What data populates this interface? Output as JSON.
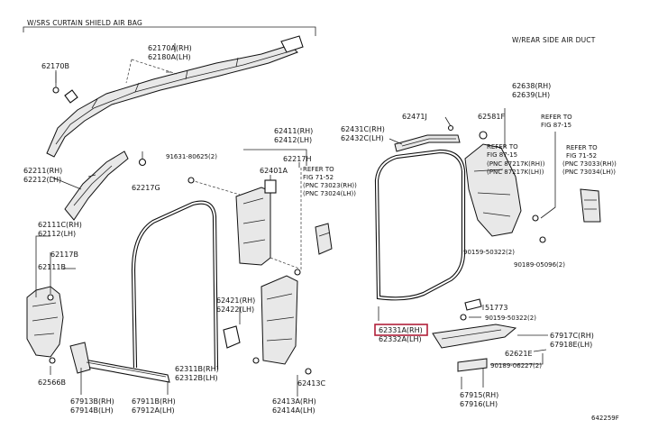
{
  "header_left": "W/SRS CURTAIN SHIELD AIR BAG",
  "header_right": "W/REAR SIDE AIR DUCT",
  "diagram_id": "642259F",
  "selected_part": "62331A(RH)",
  "callouts": {
    "p62170A": "62170A(RH)",
    "p62180A": "62180A(LH)",
    "p62170B": "62170B",
    "p62211": "62211(RH)",
    "p62212": "62212(LH)",
    "p62217G": "62217G",
    "p91631": "91631-80625(2)",
    "p62411": "62411(RH)",
    "p62412": "62412(LH)",
    "p62217H": "62217H",
    "p62401A": "62401A",
    "refer_fig7152_a": "REFER TO",
    "refer_fig7152_b": "FIG 71-52",
    "refer_fig7152_c": "(PNC 73023(RH))",
    "refer_fig7152_d": "(PNC 73024(LH))",
    "p62111C": "62111C(RH)",
    "p62112": "62112(LH)",
    "p62117B": "62117B",
    "p62111B": "62111B",
    "p62566B": "62566B",
    "p67913B": "67913B(RH)",
    "p67914B": "67914B(LH)",
    "p67911B": "67911B(RH)",
    "p67912A": "67912A(LH)",
    "p62311B": "62311B(RH)",
    "p62312B": "62312B(LH)",
    "p62421": "62421(RH)",
    "p62422": "62422(LH)",
    "p62413C": "62413C",
    "p62413A": "62413A(RH)",
    "p62414A": "62414A(LH)",
    "p62431C": "62431C(RH)",
    "p62432C": "62432C(LH)",
    "p62471J": "62471J",
    "p62581F": "62581F",
    "p62638": "62638(RH)",
    "p62639": "62639(LH)",
    "refer_fig8715_a": "REFER TO",
    "refer_fig8715_b": "FIG 87-15",
    "refer_fig8715_c": "REFER TO",
    "refer_fig8715_d": "FIG 87-15",
    "refer_fig8715_e": "(PNC 87217K(RH))",
    "refer_fig8715_f": "(PNC 87217K(LH))",
    "refer_fig7152r_a": "REFER TO",
    "refer_fig7152r_b": "FIG 71-52",
    "refer_fig7152r_c": "(PNC 73033(RH))",
    "refer_fig7152r_d": "(PNC 73034(LH))",
    "p90159a": "90159-50322(2)",
    "p90189a": "90189-05096(2)",
    "p62331A": "62331A(RH)",
    "p62332A": "62332A(LH)",
    "p51773": "51773",
    "p90159b": "90159-50322(2)",
    "p67917C": "67917C(RH)",
    "p67918E": "67918E(LH)",
    "p62621E": "62621E",
    "p90189b": "90189-06227(2)",
    "p67915": "67915(RH)",
    "p67916": "67916(LH)"
  }
}
